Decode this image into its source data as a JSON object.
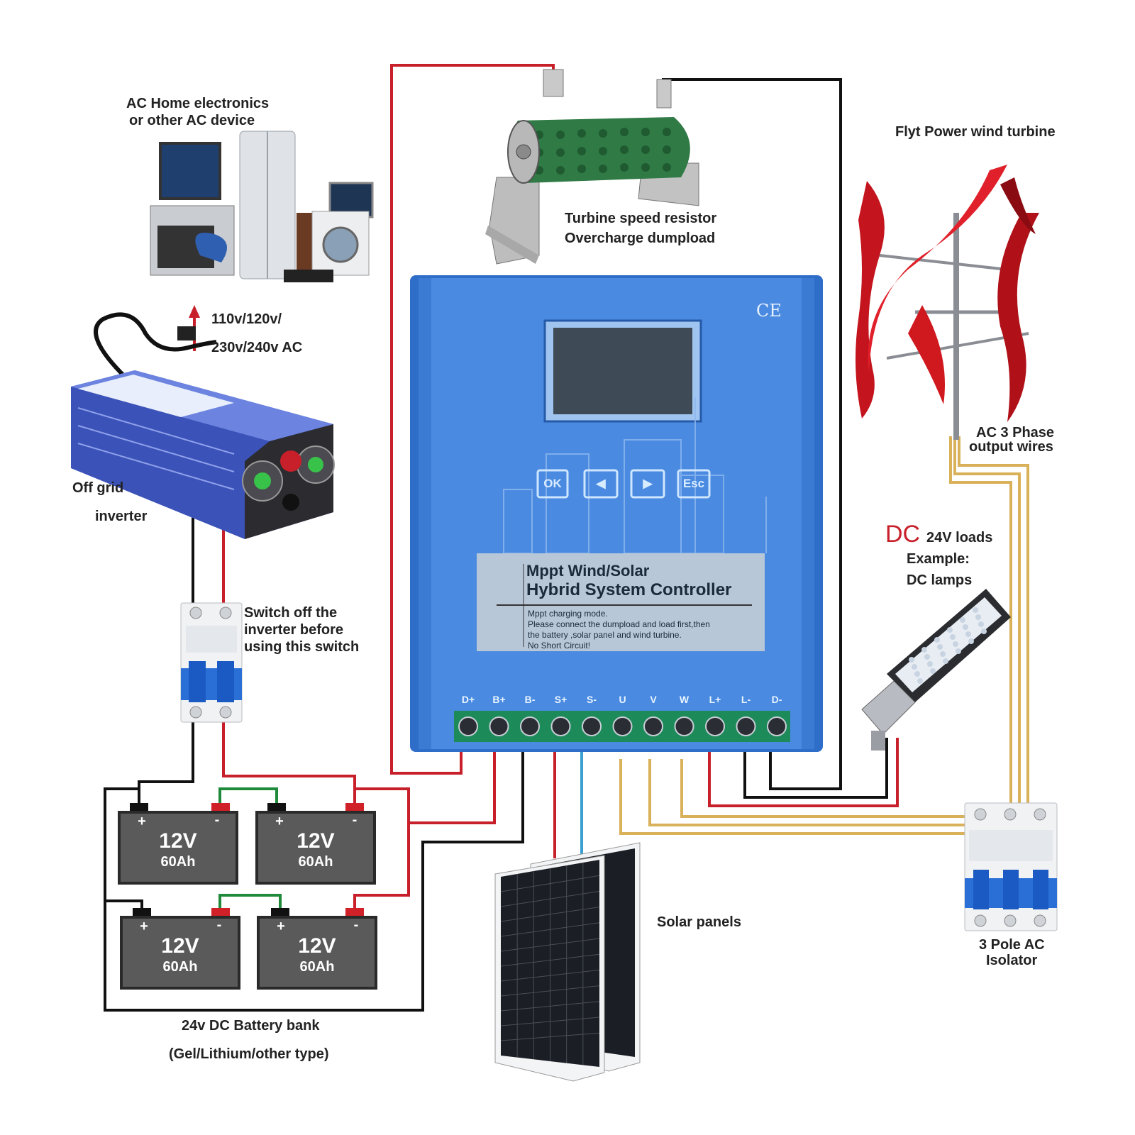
{
  "labels": {
    "ac_home": [
      "AC Home electronics",
      "or other AC device"
    ],
    "ac_voltage": [
      "110v/120v/",
      "230v/240v AC"
    ],
    "off_grid": "Off grid",
    "inverter": "inverter",
    "switch_note": [
      "Switch off the",
      "inverter before",
      "using this switch"
    ],
    "resistor": [
      "Turbine speed resistor",
      "Overcharge dumpload"
    ],
    "wind_turbine": "Flyt Power wind turbine",
    "ac3phase": [
      "AC 3 Phase",
      "output wires"
    ],
    "dc_prefix": "DC",
    "dc_loads": "24V loads",
    "dc_example": [
      "Example:",
      "DC lamps"
    ],
    "solar": "Solar panels",
    "isolator": [
      "3 Pole AC",
      "Isolator"
    ],
    "battery_bank": [
      "24v DC Battery bank",
      "(Gel/Lithium/other type)"
    ]
  },
  "battery": {
    "voltage": "12V",
    "capacity": "60Ah",
    "plus": "+",
    "minus": "-"
  },
  "controller": {
    "ce": "CE",
    "buttons": [
      "OK",
      "◀",
      "▶",
      "Esc"
    ],
    "title": [
      "Mppt Wind/Solar",
      "Hybrid System Controller"
    ],
    "notes": [
      "Mppt charging mode.",
      "Please connect the dumpload and load first,then",
      "the battery ,solar panel and wind turbine.",
      "No Short Circuit!"
    ],
    "terminals": [
      "D+",
      "B+",
      "B-",
      "S+",
      "S-",
      "U",
      "V",
      "W",
      "L+",
      "L-",
      "D-"
    ]
  },
  "colors": {
    "red": "#c8202a",
    "black": "#111111",
    "yellow": "#d9b15a",
    "blue_wire": "#3aa0d0",
    "green": "#1f8a3a",
    "controller": "#3f7fd6",
    "battery": "#5a5a5a"
  }
}
